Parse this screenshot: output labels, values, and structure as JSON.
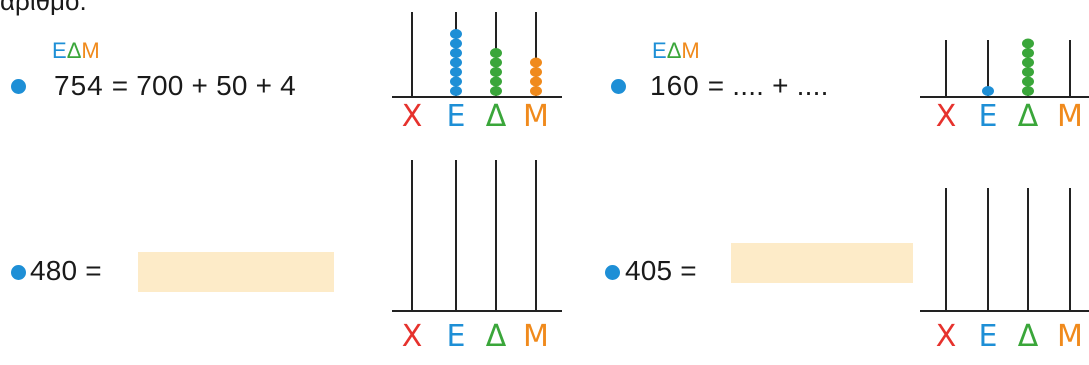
{
  "top_text": "αριθμό.",
  "colors": {
    "X": "#e6322d",
    "E": "#1e8fd6",
    "D": "#3aa63a",
    "M": "#f08a1c",
    "bullet": "#1e8fd6",
    "box": "#fdebc8"
  },
  "place_labels": [
    "X",
    "E",
    "Δ",
    "M"
  ],
  "header": {
    "E": "E",
    "D": "Δ",
    "M": "M"
  },
  "ex1": {
    "digits": [
      "7",
      "5",
      "4"
    ],
    "rest": "= 700 + 50 + 4",
    "beads": [
      0,
      7,
      5,
      4
    ]
  },
  "ex2": {
    "digits": [
      "1",
      "6",
      "0"
    ],
    "rest": "= .... + ....",
    "beads": [
      0,
      1,
      6,
      0
    ]
  },
  "ex3": {
    "number": "480 =",
    "beads": [
      0,
      0,
      0,
      0
    ]
  },
  "ex4": {
    "number": "405 =",
    "beads": [
      0,
      0,
      0,
      0
    ]
  }
}
